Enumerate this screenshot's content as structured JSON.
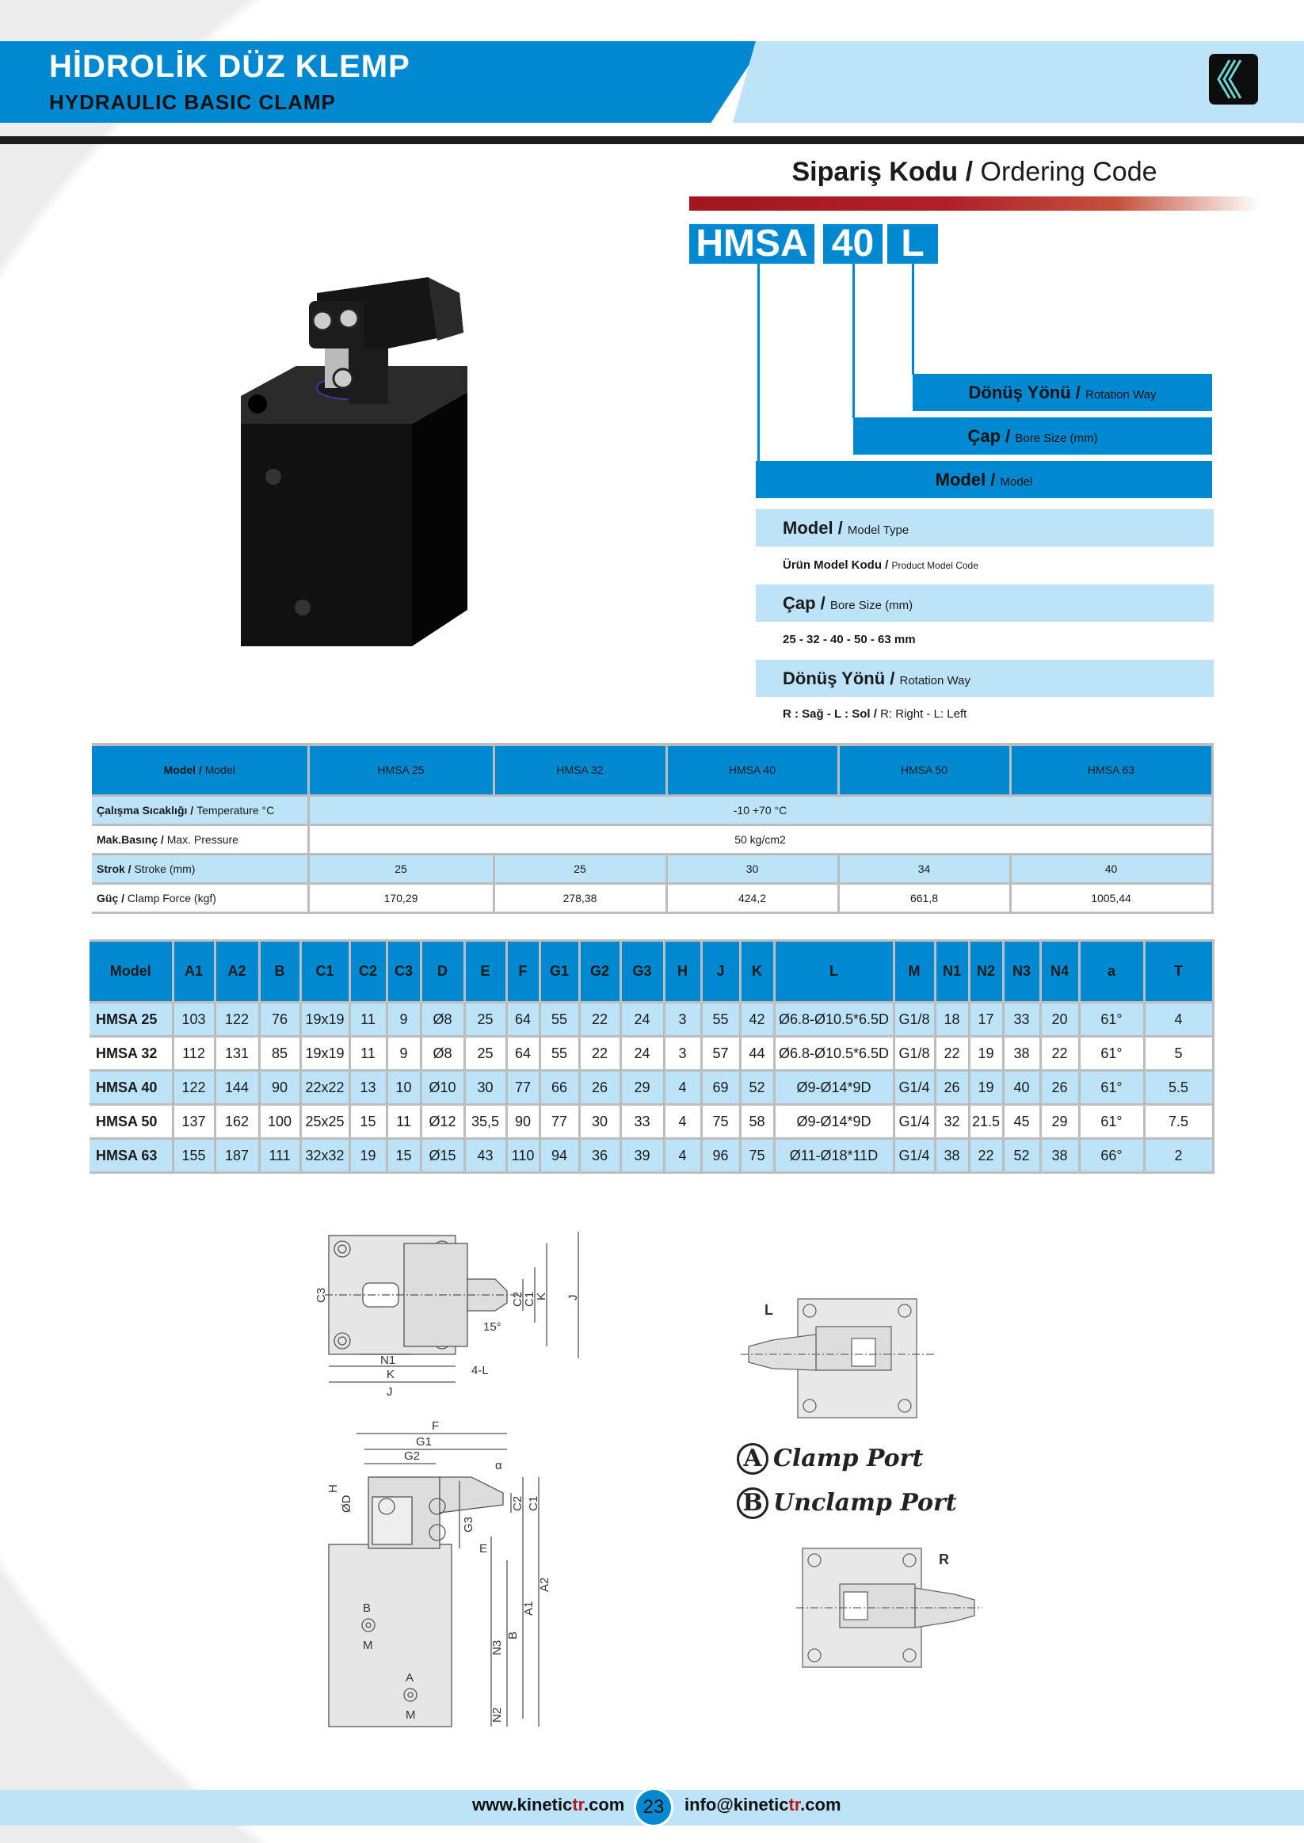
{
  "header": {
    "title": "HİDROLİK DÜZ KLEMP",
    "subtitle": "HYDRAULIC BASIC CLAMP"
  },
  "ordering": {
    "title_tr": "Sipariş Kodu",
    "title_sep": " / ",
    "title_en": "Ordering Code",
    "code": [
      "HMSA",
      "40",
      "L"
    ],
    "bars": [
      {
        "tr": "Dönüş Yönü / ",
        "en": "Rotation Way"
      },
      {
        "tr": "Çap / ",
        "en": "Bore Size (mm)"
      },
      {
        "tr": "Model / ",
        "en": "Model"
      }
    ],
    "details": [
      {
        "tr": "Model / ",
        "en": "Model Type"
      },
      {
        "tr": "Ürün Model Kodu / ",
        "en": "Product Model Code"
      },
      {
        "tr": "Çap / ",
        "en": "Bore Size (mm)"
      },
      {
        "tr": "25 - 32 - 40 - 50 - 63 mm",
        "en": ""
      },
      {
        "tr": "Dönüş Yönü / ",
        "en": "Rotation Way"
      },
      {
        "tr": "R : Sağ  - L : Sol / ",
        "en": "R: Right - L: Left"
      }
    ]
  },
  "spec_table": {
    "header": {
      "label_tr": "Model / ",
      "label_en": "Model",
      "models": [
        "HMSA 25",
        "HMSA 32",
        "HMSA 40",
        "HMSA 50",
        "HMSA 63"
      ]
    },
    "temperature": {
      "tr": "Çalışma Sıcaklığı / ",
      "en": "Temperature °C",
      "value": "-10  +70 °C"
    },
    "pressure": {
      "tr": "Mak.Basınç / ",
      "en": "Max. Pressure",
      "value": "50 kg/cm2"
    },
    "stroke": {
      "tr": "Strok / ",
      "en": "Stroke (mm)",
      "values": [
        "25",
        "25",
        "30",
        "34",
        "40"
      ]
    },
    "force": {
      "tr": "Güç / ",
      "en": "Clamp Force (kgf)",
      "values": [
        "170,29",
        "278,38",
        "424,2",
        "661,8",
        "1005,44"
      ]
    }
  },
  "dim_table": {
    "columns": [
      "Model",
      "A1",
      "A2",
      "B",
      "C1",
      "C2",
      "C3",
      "D",
      "E",
      "F",
      "G1",
      "G2",
      "G3",
      "H",
      "J",
      "K",
      "L",
      "M",
      "N1",
      "N2",
      "N3",
      "N4",
      "a",
      "T"
    ],
    "rows": [
      [
        "HMSA  25",
        "103",
        "122",
        "76",
        "19x19",
        "11",
        "9",
        "Ø8",
        "25",
        "64",
        "55",
        "22",
        "24",
        "3",
        "55",
        "42",
        "Ø6.8-Ø10.5*6.5D",
        "G1/8",
        "18",
        "17",
        "33",
        "20",
        "61°",
        "4"
      ],
      [
        "HMSA  32",
        "112",
        "131",
        "85",
        "19x19",
        "11",
        "9",
        "Ø8",
        "25",
        "64",
        "55",
        "22",
        "24",
        "3",
        "57",
        "44",
        "Ø6.8-Ø10.5*6.5D",
        "G1/8",
        "22",
        "19",
        "38",
        "22",
        "61°",
        "5"
      ],
      [
        "HMSA  40",
        "122",
        "144",
        "90",
        "22x22",
        "13",
        "10",
        "Ø10",
        "30",
        "77",
        "66",
        "26",
        "29",
        "4",
        "69",
        "52",
        "Ø9-Ø14*9D",
        "G1/4",
        "26",
        "19",
        "40",
        "26",
        "61°",
        "5.5"
      ],
      [
        "HMSA  50",
        "137",
        "162",
        "100",
        "25x25",
        "15",
        "11",
        "Ø12",
        "35,5",
        "90",
        "77",
        "30",
        "33",
        "4",
        "75",
        "58",
        "Ø9-Ø14*9D",
        "G1/4",
        "32",
        "21.5",
        "45",
        "29",
        "61°",
        "7.5"
      ],
      [
        "HMSA  63",
        "155",
        "187",
        "111",
        "32x32",
        "19",
        "15",
        "Ø15",
        "43",
        "110",
        "94",
        "36",
        "39",
        "4",
        "96",
        "75",
        "Ø11-Ø18*11D",
        "G1/4",
        "38",
        "22",
        "52",
        "38",
        "66°",
        "2"
      ]
    ]
  },
  "drawings": {
    "top": {
      "c3": "C3",
      "c2": "C2",
      "c1": "C1",
      "k": "K",
      "j": "J",
      "angle": "15°",
      "n1": "N1",
      "k2": "K",
      "j2": "J",
      "holes": "4-L"
    },
    "side": {
      "f": "F",
      "g1": "G1",
      "g2": "G2",
      "alpha": "α",
      "h": "H",
      "d": "ØD",
      "g3": "G3",
      "c2": "C2",
      "c1": "C1",
      "e": "E",
      "portb": "B",
      "m1": "M",
      "porta": "A",
      "m2": "M",
      "n3": "N3",
      "b": "B",
      "a1": "A1",
      "a2": "A2",
      "n2": "N2"
    },
    "left_label": "L",
    "right_label": "R",
    "legend": [
      {
        "key": "A",
        "label": "Clamp Port"
      },
      {
        "key": "B",
        "label": "Unclamp Port"
      }
    ]
  },
  "footer": {
    "web_pre": "www.kinetic",
    "web_tr": "tr",
    "web_post": ".com",
    "page": "23",
    "mail_pre": "info@kinetic",
    "mail_tr": "tr",
    "mail_post": ".com"
  },
  "colors": {
    "brand_blue": "#0089d1",
    "light_blue": "#bde3f8",
    "red": "#a3161c"
  }
}
